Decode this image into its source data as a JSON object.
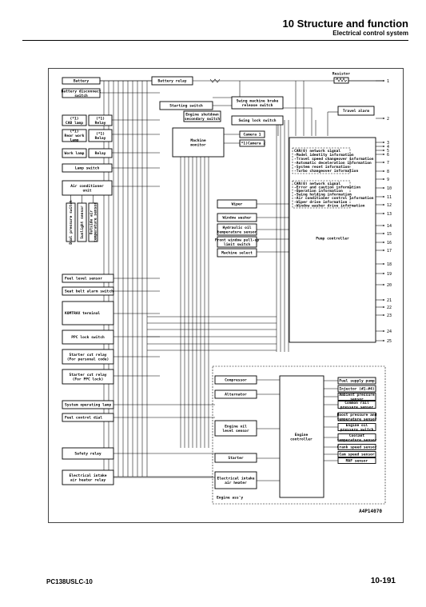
{
  "header": {
    "title": "10 Structure and function",
    "subtitle": "Electrical control system"
  },
  "footer": {
    "model": "PC138USLC-10",
    "page": "10-191"
  },
  "diagram": {
    "code": "A4P14070",
    "left": {
      "battery": "Battery",
      "battery_disconnect": [
        "Battery disconnect",
        "switch"
      ],
      "cab_lamp": [
        "(*1)",
        "CAB lamp"
      ],
      "cab_lamp_relay": [
        "(*1)",
        "Relay"
      ],
      "rear_work_lamp": [
        "(*1)",
        "Rear work",
        "lamp"
      ],
      "rear_work_lamp_relay": [
        "(*1)",
        "Relay"
      ],
      "work_lamp": "Work lamp",
      "work_lamp_relay": "Relay",
      "lamp_switch": "Lamp switch",
      "air_conditioner": [
        "Air conditioner",
        "unit"
      ],
      "vertical_sensors": [
        "Dual pressure switch",
        "Sunlight sensor",
        "Outside air temperature sensor"
      ],
      "fuel_level_sensor": "Fuel level sensor",
      "seat_belt": "Seat belt alarm switch",
      "komtrax": "KOMTRAX terminal",
      "ppc_lock": "PPC lock switch",
      "starter_cut_relay_personal": [
        "Starter cut relay",
        "(For personal code)"
      ],
      "starter_cut_relay_ppc": [
        "Starter cut relay",
        "(For PPC lock)"
      ],
      "system_operating_lamp": "System operating lamp",
      "fuel_control_dial": "Fuel control dial",
      "safety_relay": "Safety relay",
      "intake_heater_relay": [
        "Electrical intake",
        "air heater relay"
      ]
    },
    "center": {
      "battery_relay": "Battery relay",
      "starting_switch": "Starting switch",
      "engine_shutdown": [
        "Engine shutdown",
        "secondary switch"
      ],
      "machine_monitor": [
        "Machine",
        "monitor"
      ],
      "camera1": "Camera 1",
      "camera2": "(*1)Camera 2",
      "swing_brake_release": [
        "Swing machine brake",
        "release switch"
      ],
      "swing_lock": "Swing lock switch",
      "resistor": "Resistor",
      "travel_alarm": "Travel alarm",
      "can1_title": "CAN(0) network signal",
      "can1_lines": [
        "-Model identity information",
        "-Travel speed changeover information",
        "-Automatic deceleration information",
        "-System reset information",
        "-Turbo changeover information"
      ],
      "can2_title": "CAN(0) network signal",
      "can2_lines": [
        "-Error and caution information",
        "-Operation information",
        "-Swing holding information",
        "-Air conditioner control information",
        "-Wiper drive information",
        "-Window washer drive information"
      ],
      "wiper": "Wiper",
      "window_washer": "Window washer",
      "hydraulic_oil": [
        "Hydraulic oil",
        "temperature sensor"
      ],
      "front_window": [
        "Front window pull-up",
        "limit switch"
      ],
      "machine_select": "Machine select",
      "pump_controller": "Pump controller",
      "compressor": "Compressor",
      "alternator": "Alternator",
      "engine_oil_level": [
        "Engine oil",
        "level sensor"
      ],
      "starter": "Starter",
      "intake_heater": [
        "Electrical intake",
        "air heater"
      ],
      "engine_controller": [
        "Engine",
        "controller"
      ],
      "engine_assy": "Engine ass'y"
    },
    "right_sensors": [
      "Fuel supply pump",
      "Injector (#1-#4)",
      [
        "Ambient pressure",
        "sensor"
      ],
      [
        "Common rail",
        "pressure sensor"
      ],
      [
        "Boost pressure and",
        "temperature sensor"
      ],
      [
        "Engine oil",
        "pressure switch"
      ],
      [
        "Coolant",
        "temperature sensor"
      ],
      "Crank speed sensor",
      "Cam speed sensor",
      "MAF sensor"
    ],
    "terminals": [
      "1",
      "2",
      "3",
      "4",
      "5",
      "6",
      "7",
      "8",
      "9",
      "10",
      "11",
      "12",
      "13",
      "14",
      "15",
      "16",
      "17",
      "18",
      "19",
      "20",
      "21",
      "22",
      "23",
      "24",
      "25"
    ]
  }
}
